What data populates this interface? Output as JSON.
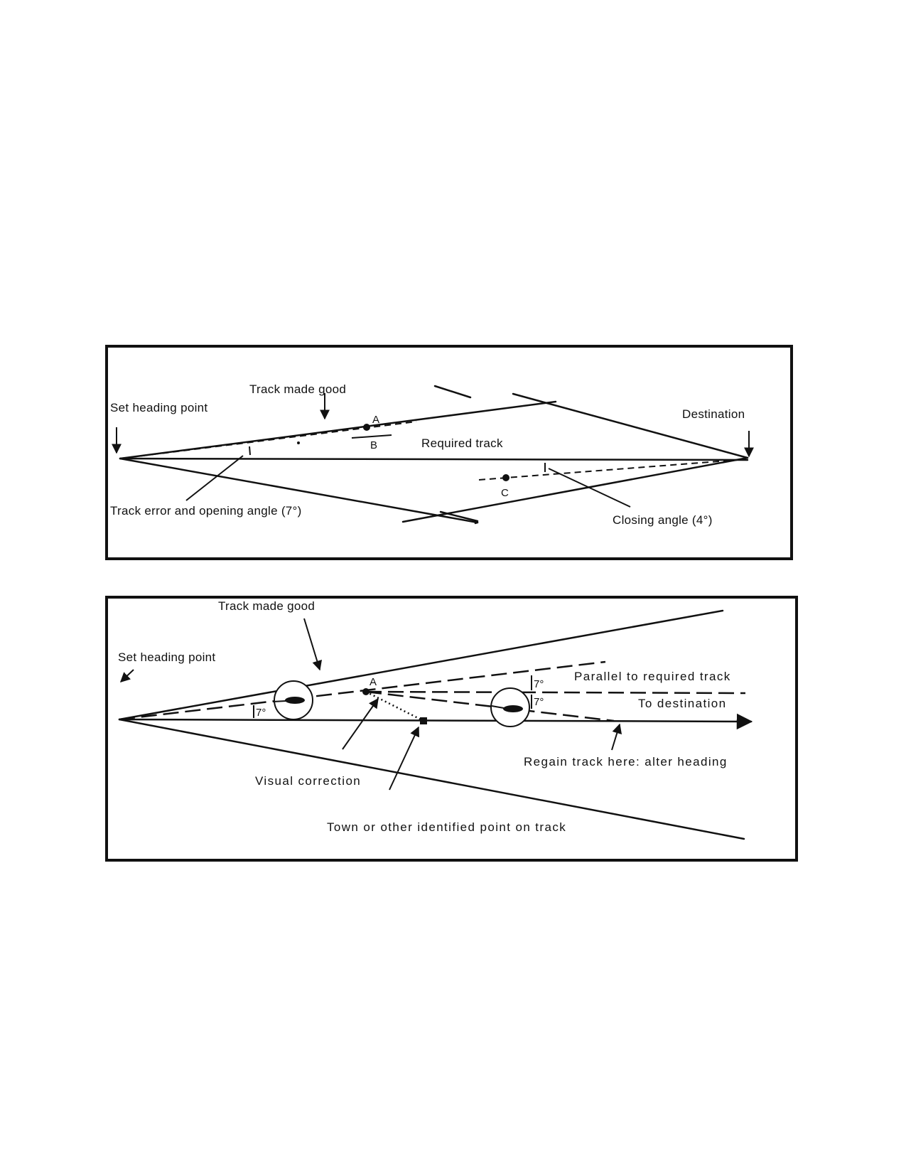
{
  "figure1": {
    "labels": {
      "set_heading_point": "Set heading point",
      "track_made_good": "Track made good",
      "destination": "Destination",
      "required_track": "Required track",
      "point_a": "A",
      "point_b": "B",
      "point_c": "C",
      "track_error": "Track error and opening angle (7°)",
      "closing_angle": "Closing angle (4°)"
    }
  },
  "figure2": {
    "labels": {
      "track_made_good": "Track made good",
      "set_heading_point": "Set heading point",
      "point_a": "A",
      "angle_1": "7°",
      "angle_2": "7°",
      "angle_3": "7°",
      "parallel": "Parallel to required track",
      "to_destination": "To destination",
      "regain_track": "Regain track here: alter heading",
      "visual_correction": "Visual correction",
      "town_point": "Town or other identified point on track"
    }
  }
}
